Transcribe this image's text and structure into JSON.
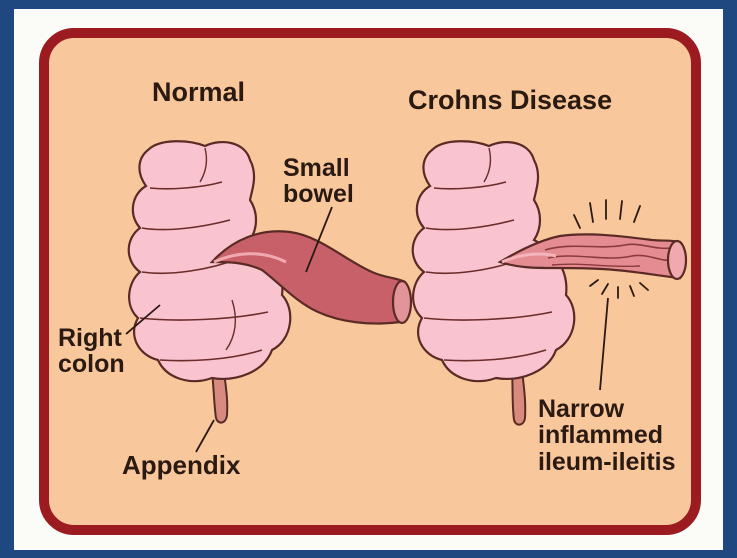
{
  "diagram": {
    "normal": {
      "heading": "Normal",
      "small_bowel_label": [
        "Small",
        "bowel"
      ],
      "right_colon_label": [
        "Right",
        "colon"
      ],
      "appendix_label": "Appendix"
    },
    "crohns": {
      "heading": "Crohns Disease",
      "ileitis_label": [
        "Narrow",
        "inflammed",
        "ileum-ileitis"
      ]
    },
    "colors": {
      "border": "#1f4780",
      "panel_bg": "#fbfbf8",
      "card_bg": "#f8c79b",
      "card_frame": "#9b1b20",
      "colon_fill": "#f9c4cf",
      "bowel_fill": "#c8606a",
      "inflamed_fill": "#e58c92"
    }
  }
}
